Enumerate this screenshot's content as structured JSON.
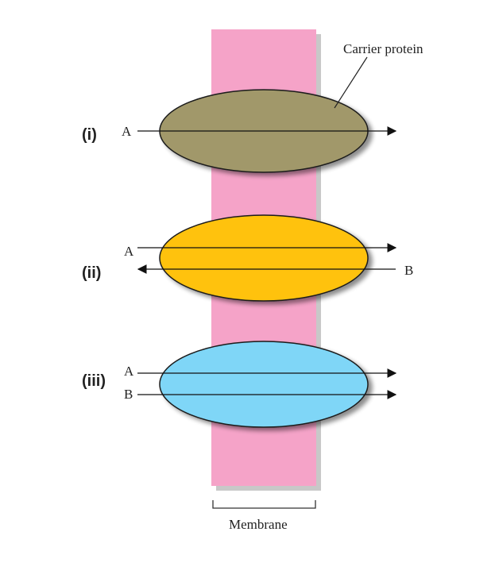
{
  "colors": {
    "membrane": "#f5a3c8",
    "membrane_shadow": "#8a8a8a",
    "carrier_i": "#a1986a",
    "carrier_ii": "#ffc20e",
    "carrier_iii": "#7fd6f7",
    "outline": "#1a1a1a",
    "arrow": "#111111",
    "text": "#222222"
  },
  "labels": {
    "carrier_protein": "Carrier protein",
    "membrane": "Membrane"
  },
  "panels": [
    {
      "id": "i",
      "numeral": "(i)",
      "arrows": [
        {
          "label": "A",
          "direction": "right"
        }
      ]
    },
    {
      "id": "ii",
      "numeral": "(ii)",
      "arrows": [
        {
          "label": "A",
          "direction": "right"
        },
        {
          "label": "B",
          "direction": "left"
        }
      ]
    },
    {
      "id": "iii",
      "numeral": "(iii)",
      "arrows": [
        {
          "label": "A",
          "direction": "right"
        },
        {
          "label": "B",
          "direction": "right"
        }
      ]
    }
  ]
}
